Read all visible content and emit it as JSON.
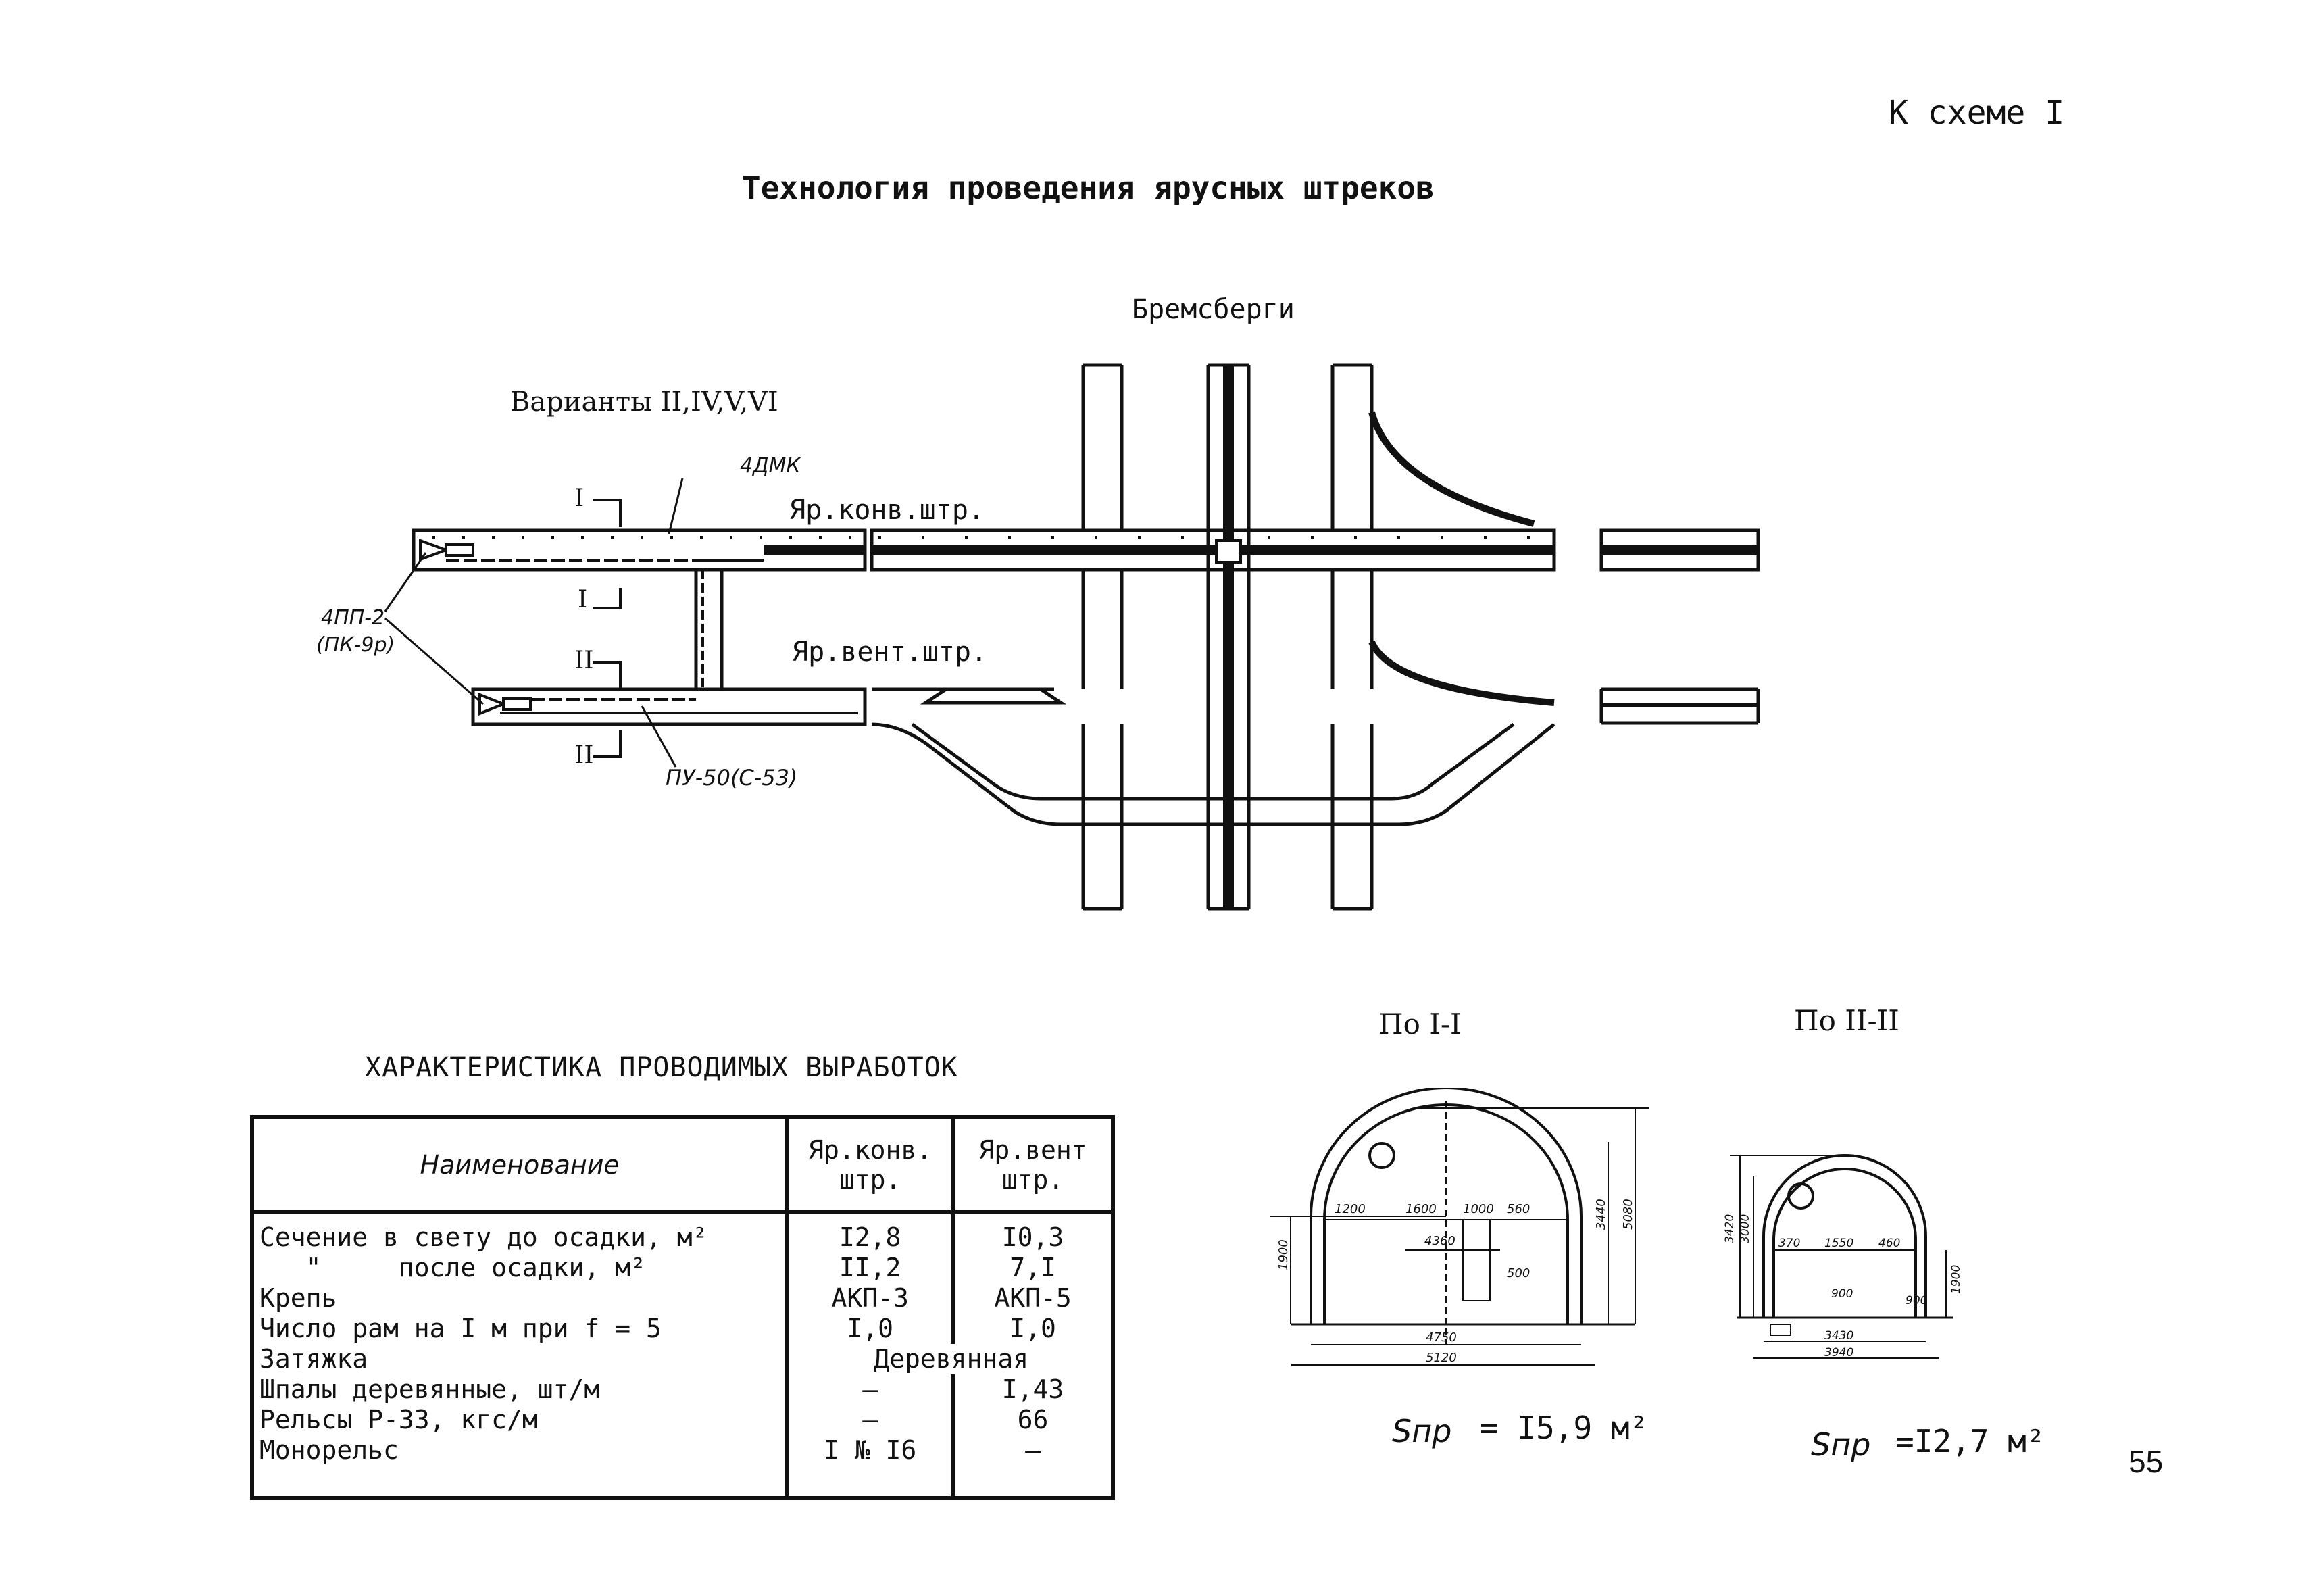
{
  "header": {
    "scheme_ref": "К схеме I",
    "title": "Технология проведения ярусных штреков"
  },
  "plan": {
    "bremsberg_label": "Бремсберги",
    "variants_label": "Варианты II,IV,V,VI",
    "conv_drift_label": "Яр.конв.штр.",
    "vent_drift_label": "Яр.вент.штр.",
    "equipment_4dmk": "4ДМК",
    "equipment_4pp2": "4ПП-2",
    "equipment_pk9r": "(ПК-9р)",
    "equipment_pu50": "ПУ-50(С-53)",
    "section_mark_1": "I",
    "section_mark_2": "II"
  },
  "table": {
    "title": "ХАРАКТЕРИСТИКА ПРОВОДИМЫХ ВЫРАБОТОК",
    "headers": {
      "name": "Наименование",
      "conv_line1": "Яр.конв.",
      "conv_line2": "штр.",
      "vent_line1": "Яр.вент",
      "vent_line2": "штр."
    },
    "rows": [
      {
        "name": "Сечение в свету до осадки, м²",
        "conv": "I2,8",
        "vent": "I0,3"
      },
      {
        "name": "   \"     после осадки, м²",
        "conv": "II,2",
        "vent": "7,I"
      },
      {
        "name": "Крепь",
        "conv": "АКП-3",
        "vent": "АКП-5"
      },
      {
        "name": "Число рам на I м при  f = 5",
        "conv": "I,0",
        "vent": "I,0"
      },
      {
        "name": "Затяжка",
        "conv": "Деревянная",
        "vent": ""
      },
      {
        "name": "Шпалы деревянные, шт/м",
        "conv": "–",
        "vent": "I,43"
      },
      {
        "name": "Рельсы Р-33, кгс/м",
        "conv": "–",
        "vent": "66"
      },
      {
        "name": "Монорельс",
        "conv": "I № I6",
        "vent": "–"
      }
    ]
  },
  "section1": {
    "title": "По I-I",
    "dims": {
      "d1200": "1200",
      "d1600": "1600",
      "d1000": "1000",
      "d560": "560",
      "d4360": "4360",
      "d500": "500",
      "d1900": "1900",
      "d3440": "3440",
      "d5080": "5080",
      "d4750": "4750",
      "d5120": "5120"
    },
    "area_label": "Sпр",
    "area_value": "= I5,9 м²"
  },
  "section2": {
    "title": "По II-II",
    "dims": {
      "d3420": "3420",
      "d3000": "3000",
      "d370": "370",
      "d1550": "1550",
      "d460": "460",
      "d900a": "900",
      "d900b": "900",
      "d1900": "1900",
      "d3430": "3430",
      "d3940": "3940"
    },
    "area_label": "Sпр",
    "area_value": "=I2,7 м²"
  },
  "footer": {
    "page_number": "55"
  }
}
